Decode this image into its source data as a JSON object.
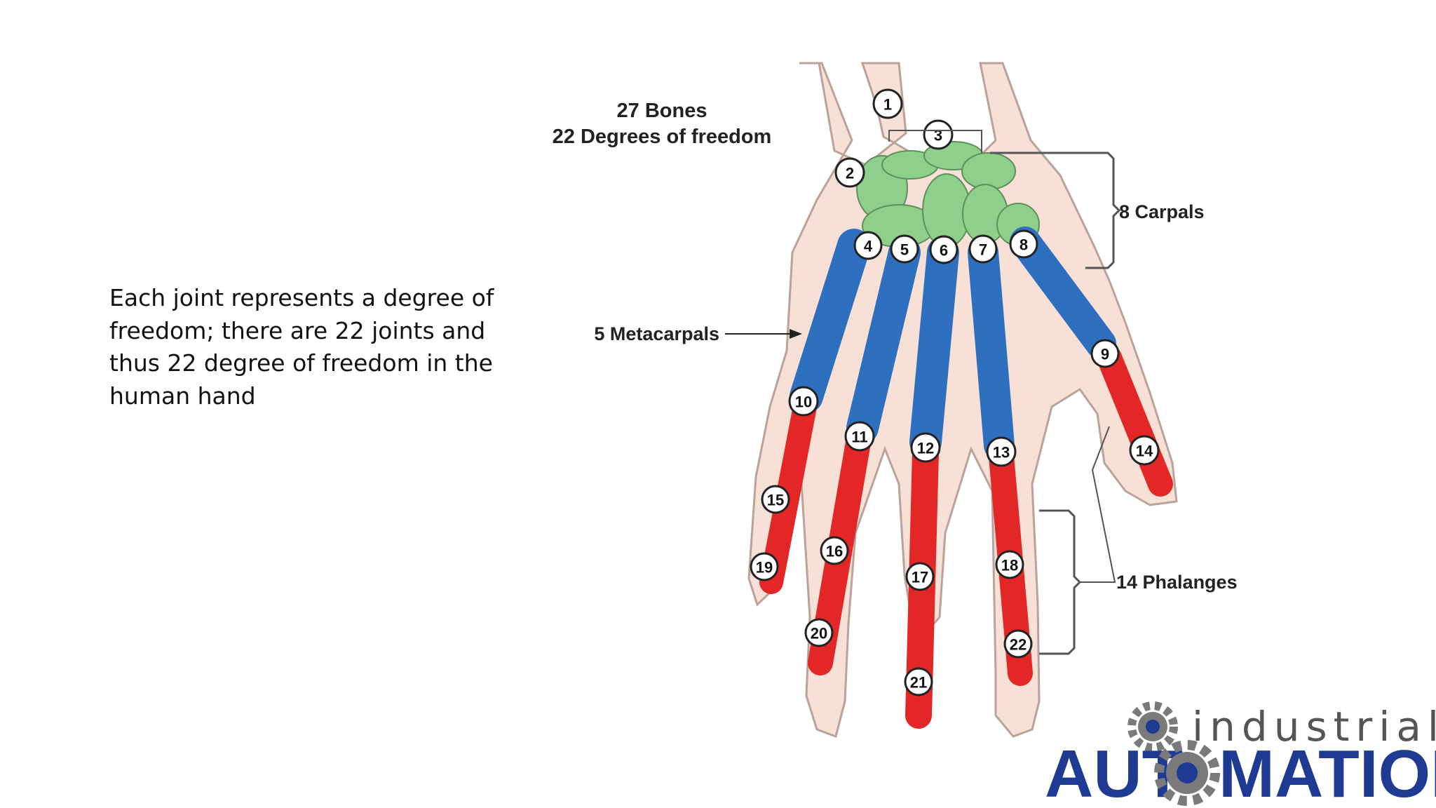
{
  "text": {
    "line1": "Each joint represents a degree of",
    "line2": "freedom; there are 22 joints and",
    "line3": "thus 22 degree of freedom in the",
    "line4": "human hand"
  },
  "diagram": {
    "title_line1": "27 Bones",
    "title_line2": "22 Degrees of freedom",
    "label_carpals": "8 Carpals",
    "label_metacarpals": "5 Metacarpals",
    "label_phalanges": "14 Phalanges",
    "joints": [
      "1",
      "2",
      "3",
      "4",
      "5",
      "6",
      "7",
      "8",
      "9",
      "10",
      "11",
      "12",
      "13",
      "14",
      "15",
      "16",
      "17",
      "18",
      "19",
      "20",
      "21",
      "22"
    ],
    "colors": {
      "skin": "#f7e1d6",
      "carpals": "#8fcf8c",
      "metacarpals": "#2f6fbf",
      "phalanges": "#e32727"
    }
  },
  "logo": {
    "top": "industrial",
    "main_left": "AUT",
    "main_right": "MATION",
    "colors": {
      "brand": "#1f3a93",
      "gear": "#7a7a7a"
    }
  }
}
